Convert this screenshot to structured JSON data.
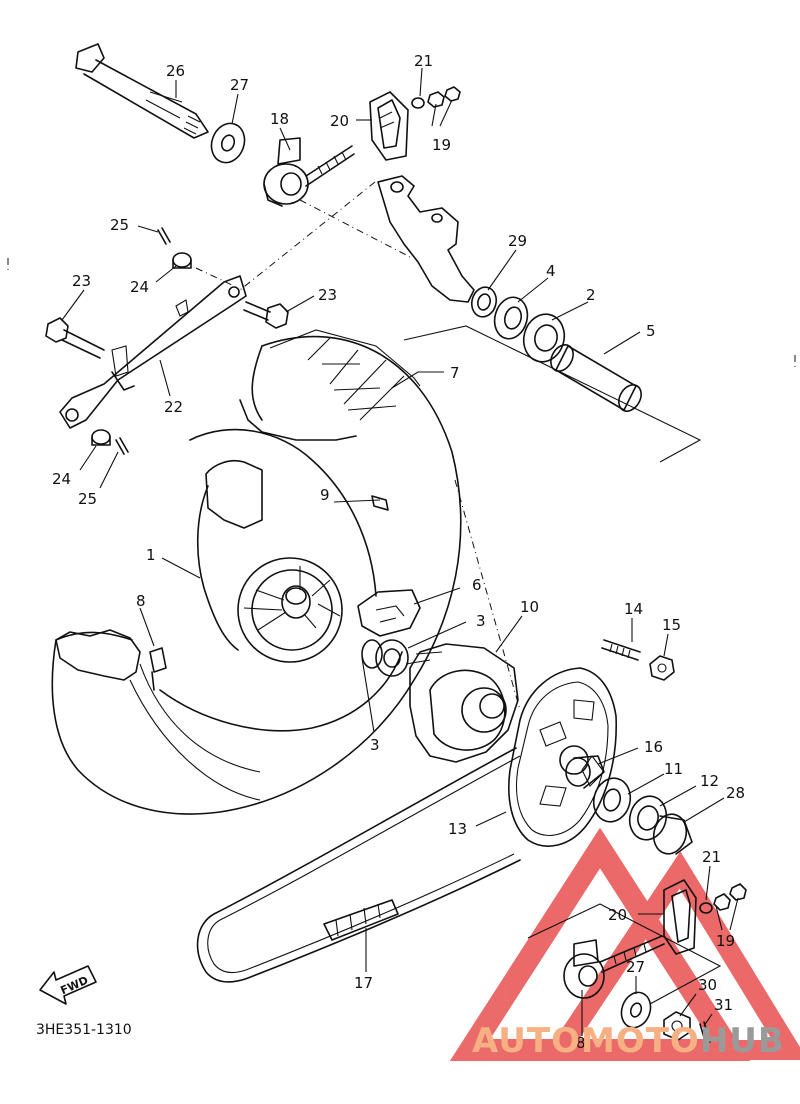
{
  "diagram": {
    "code": "3HE351-1310",
    "fwd_label": "FWD"
  },
  "callouts": {
    "c1": "1",
    "c2": "2",
    "c3a": "3",
    "c3b": "3",
    "c4": "4",
    "c5": "5",
    "c6": "6",
    "c7": "7",
    "c8a": "8",
    "c8b": "8",
    "c9": "9",
    "c10": "10",
    "c11": "11",
    "c12": "12",
    "c13": "13",
    "c14": "14",
    "c15": "15",
    "c16": "16",
    "c17": "17",
    "c18": "18",
    "c19a": "19",
    "c19b": "19",
    "c20a": "20",
    "c20b": "20",
    "c21a": "21",
    "c21b": "21",
    "c22": "22",
    "c23a": "23",
    "c23b": "23",
    "c24a": "24",
    "c24b": "24",
    "c25a": "25",
    "c25b": "25",
    "c26": "26",
    "c27a": "27",
    "c27b": "27",
    "c28": "28",
    "c29": "29",
    "c30": "30",
    "c31": "31"
  },
  "watermark": {
    "part1": "AUTO",
    "part2": "MOTO",
    "part3": "HUB",
    "color_orange": "#f5b183",
    "color_red": "#e64040",
    "color_grey": "#9a9a9a"
  }
}
